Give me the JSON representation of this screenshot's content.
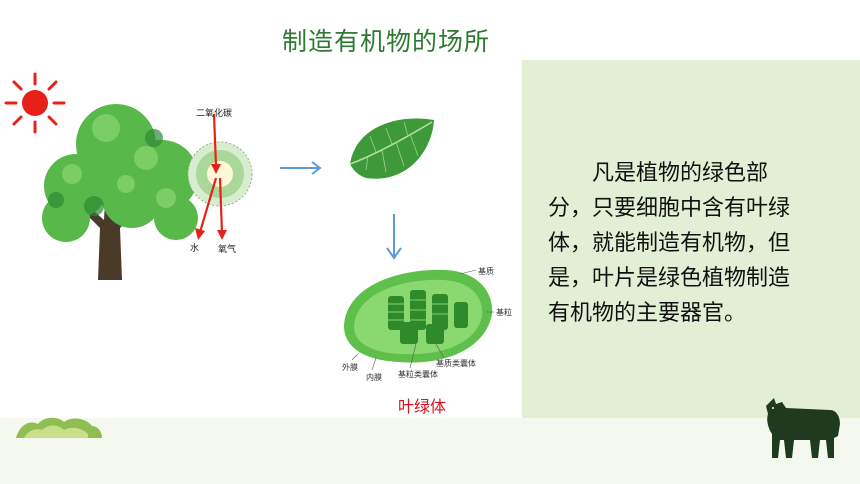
{
  "page": {
    "title": "制造有机物的场所",
    "body_text": "凡是植物的绿色部分，只要细胞中含有叶绿体，就能制造有机物，但是，叶片是绿色植物制造有机物的主要器官。"
  },
  "tree_diagram": {
    "co2_label": "二氧化碳",
    "water_label": "水",
    "oxygen_label": "氧气"
  },
  "chloroplast": {
    "caption": "叶绿体",
    "labels": {
      "stroma": "基质",
      "granum": "基粒",
      "outer_membrane": "外膜",
      "inner_membrane": "内膜",
      "stroma_thylakoid": "基质类囊体",
      "grana_thylakoid": "基粒类囊体"
    }
  },
  "colors": {
    "title_green": "#2f7a32",
    "caption_red": "#d9121b",
    "sun_red": "#e8201a",
    "arrow_blue": "#5b9bd5",
    "panel_green": "#e3efd4"
  }
}
